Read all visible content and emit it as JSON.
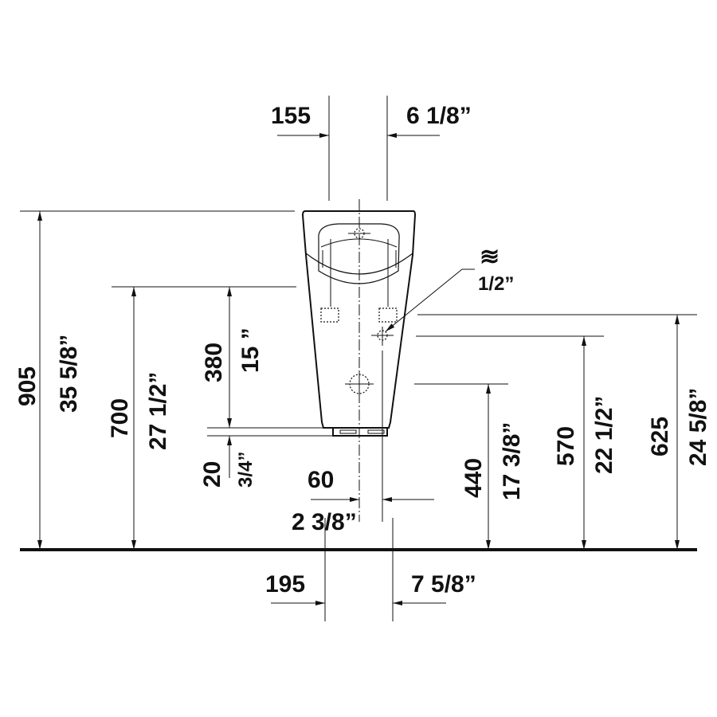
{
  "dimensions": {
    "top_width": {
      "mm": "155",
      "inch": "6 1/8”"
    },
    "total_height": {
      "mm": "905",
      "inch": "35 5/8”"
    },
    "mount_height": {
      "mm": "700",
      "inch": "27 1/2”"
    },
    "bracket_spacing": {
      "mm": "380",
      "inch": "15 ”"
    },
    "base_gap": {
      "mm": "20",
      "inch": "3/4”"
    },
    "drain_offset": {
      "mm": "60",
      "inch": "2 3/8”"
    },
    "drain_height": {
      "mm": "440",
      "inch": "17 3/8”"
    },
    "inlet_height": {
      "mm": "570",
      "inch": "22 1/2”"
    },
    "upper_height": {
      "mm": "625",
      "inch": "24 5/8”"
    },
    "bottom_width": {
      "mm": "195",
      "inch": "7 5/8”"
    }
  },
  "water_inlet": {
    "icon": "water-wave-icon",
    "symbol": "≋",
    "size": "1/2”"
  }
}
